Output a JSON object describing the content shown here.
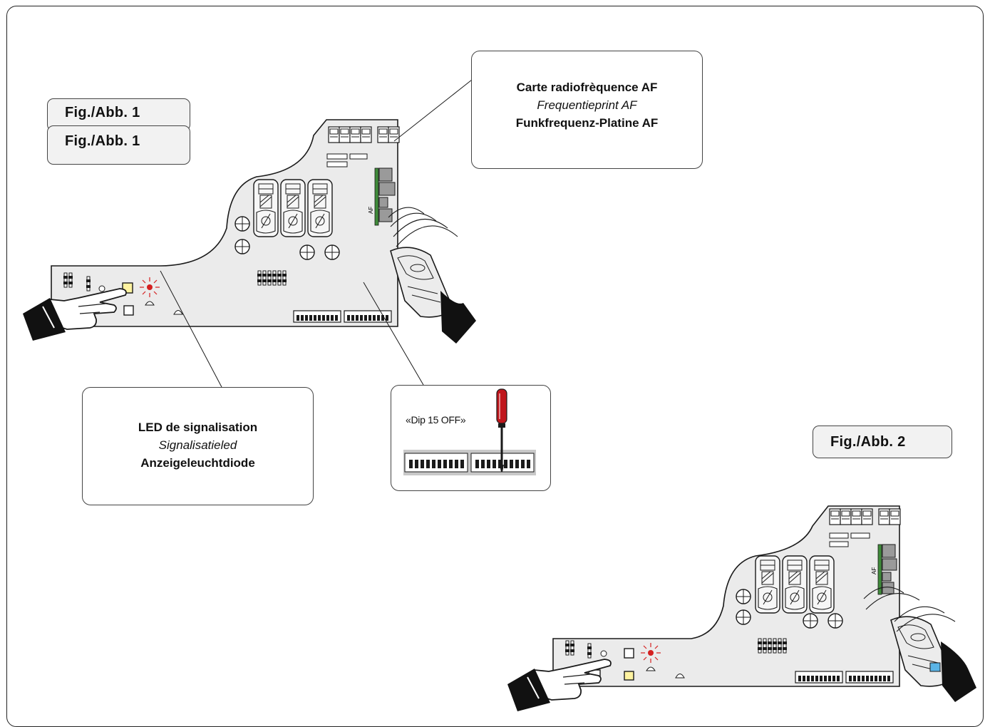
{
  "figures": {
    "fig1_tab_back": "Fig./Abb.  1",
    "fig1_tab_front": "Fig./Abb.  1",
    "fig2_tab": "Fig./Abb.  2"
  },
  "callouts": {
    "af_card": {
      "line1": "Carte radiofrèquence  AF",
      "line2": "Frequentieprint AF",
      "line3": "Funkfrequenz-Platine  AF"
    },
    "led": {
      "line1": "LED  de  signalisation",
      "line2": "Signalisatieled",
      "line3": "Anzeigeleuchtdiode"
    },
    "dip": {
      "label": "«Dip 15 OFF»"
    }
  },
  "board": {
    "af_label": "AF"
  },
  "colors": {
    "board_fill": "#ebebeb",
    "outline": "#1a1a1a",
    "af_card": "#3f8a3a",
    "led_red": "#d42020",
    "screwdriver_handle": "#c0161c",
    "hand_sleeve": "#111111"
  }
}
